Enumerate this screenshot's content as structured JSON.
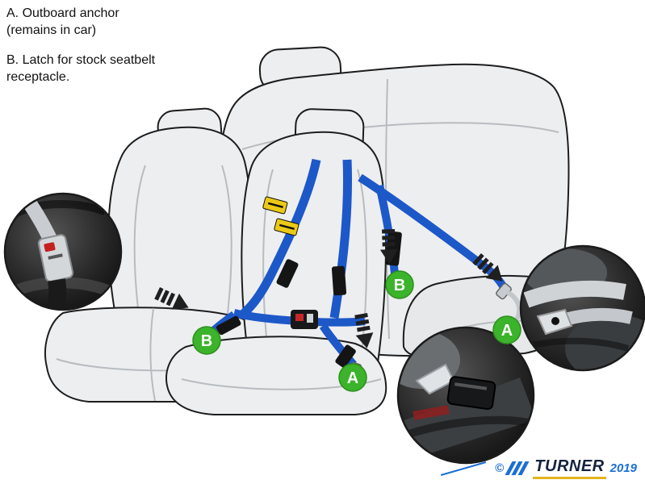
{
  "legend": {
    "a_line1": "A. Outboard anchor",
    "a_line2": "(remains in car)",
    "b_line1": "B. Latch for stock seatbelt",
    "b_line2": "receptacle."
  },
  "markers": [
    {
      "letter": "B"
    },
    {
      "letter": "A"
    },
    {
      "letter": "B"
    },
    {
      "letter": "A"
    }
  ],
  "footer": {
    "copyright_symbol": "©",
    "brand": "TURNER",
    "year": "2019"
  },
  "colors": {
    "harness_blue": "#1d58c8",
    "marker_green": "#3bb32a",
    "logo_blue": "#1a6fd4",
    "brand_navy": "#16233f",
    "accent_gold": "#e3b31c"
  }
}
